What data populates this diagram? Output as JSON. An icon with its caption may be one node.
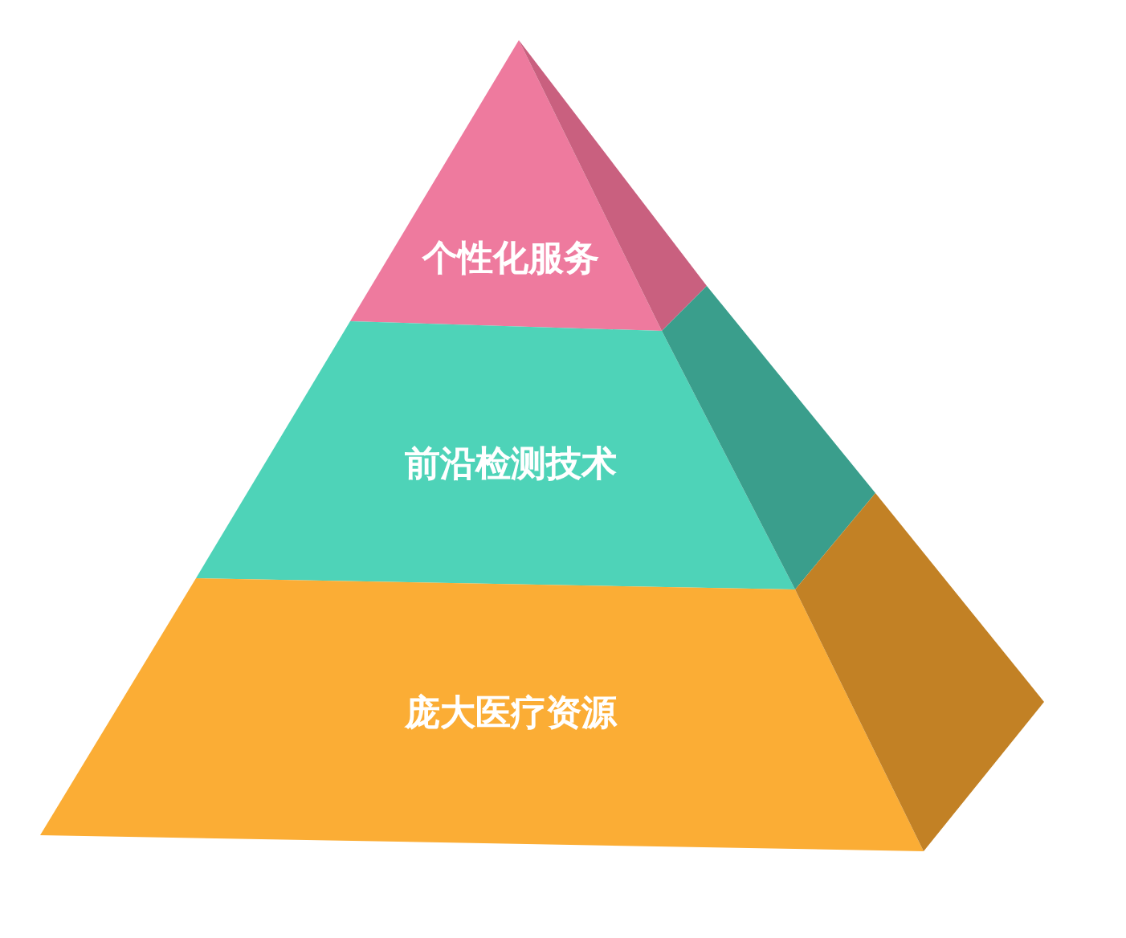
{
  "diagram": {
    "nodes": [
      {
        "text": [
          "个性化服务"
        ]
      },
      {
        "text": [
          "前沿检测技术"
        ]
      },
      {
        "text": [
          "庞大医疗资源"
        ]
      }
    ]
  }
}
